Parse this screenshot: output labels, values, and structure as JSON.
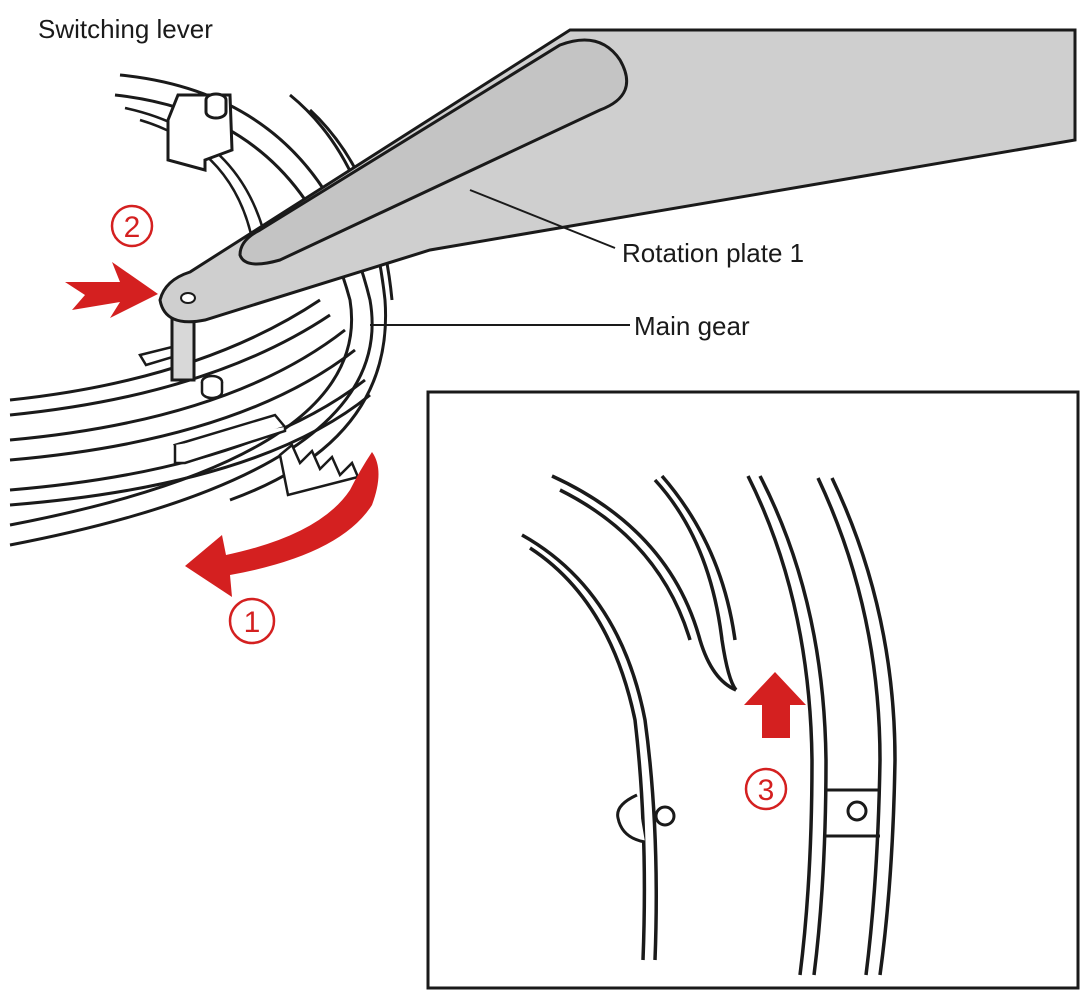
{
  "labels": {
    "switching_lever": "Switching lever",
    "rotation_plate": "Rotation plate 1",
    "main_gear": "Main gear"
  },
  "steps": {
    "one": "1",
    "two": "2",
    "three": "3"
  },
  "colors": {
    "accent": "#d42020",
    "line": "#1a1a1a",
    "plate": "#cfcfcf",
    "background": "#ffffff"
  },
  "icons": {
    "arrow_1": "curved-arrow-left-icon",
    "arrow_2": "arrow-right-icon",
    "arrow_3": "arrow-up-icon"
  }
}
